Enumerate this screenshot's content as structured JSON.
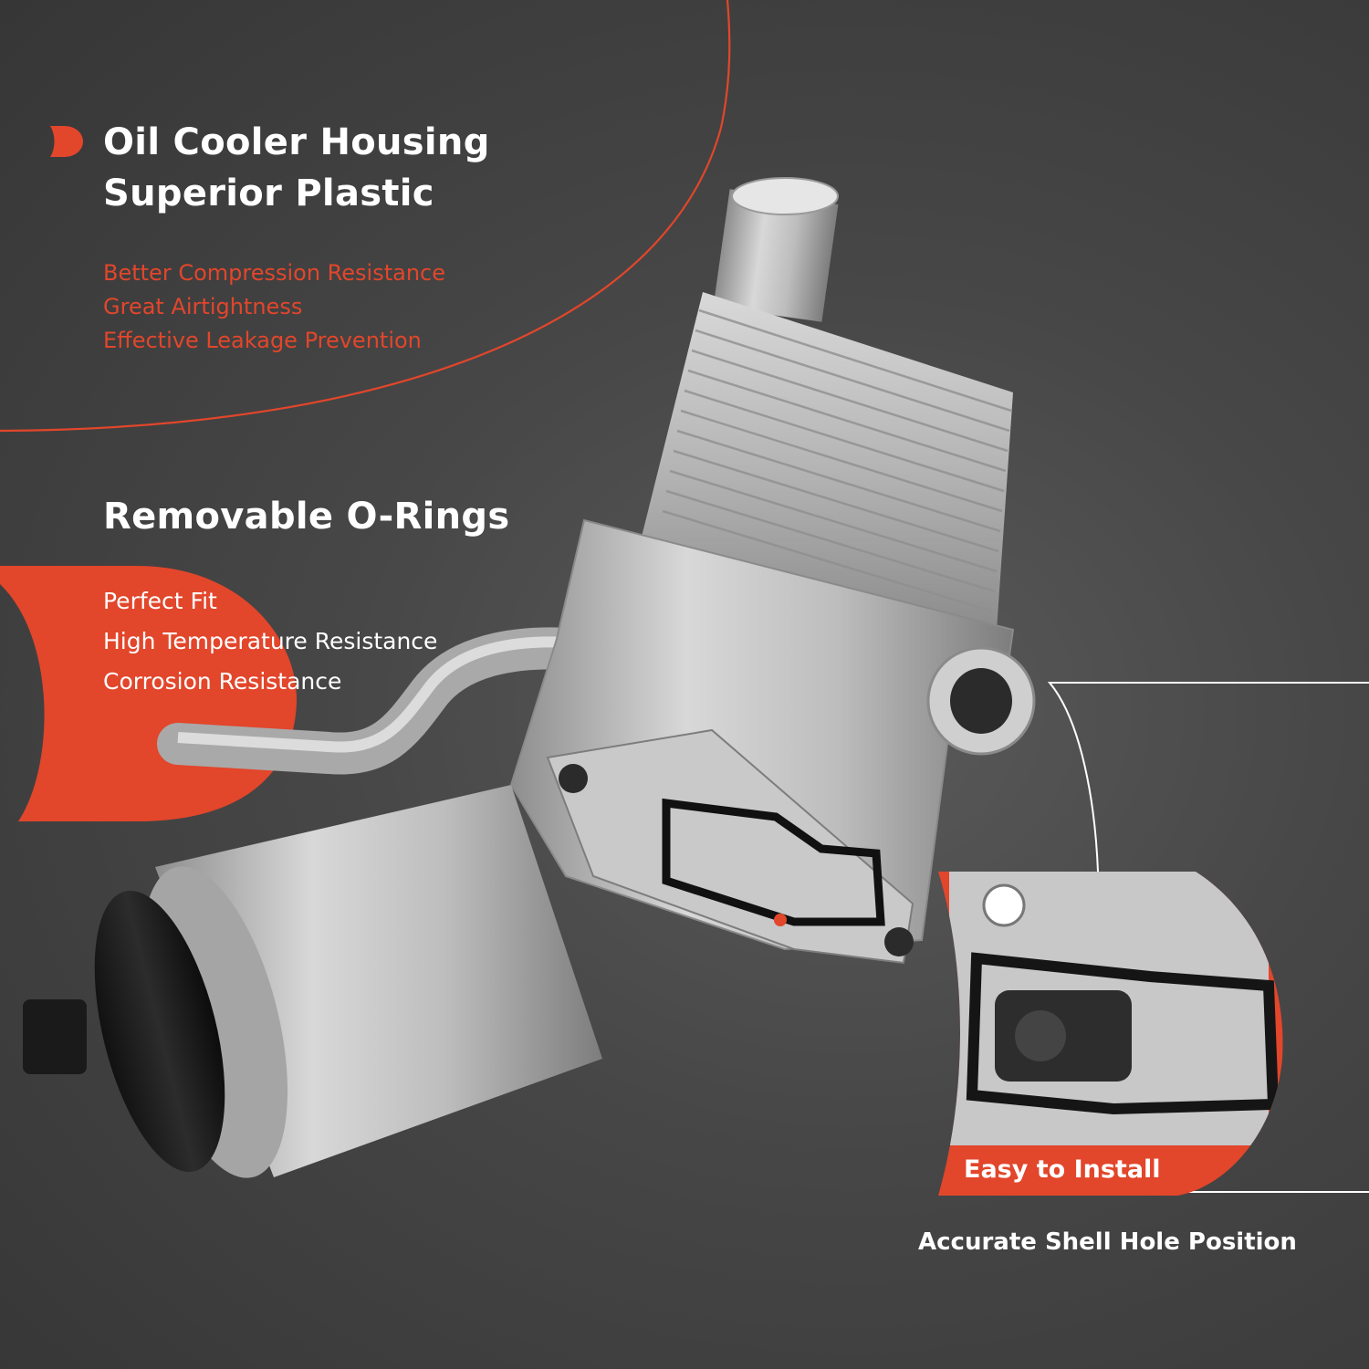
{
  "colors": {
    "accent": "#e2462b",
    "background": "#3f3f3f",
    "text": "#ffffff"
  },
  "section_housing": {
    "icon": "half-circle-bullet-icon",
    "title_line1": "Oil Cooler Housing",
    "title_line2": "Superior Plastic",
    "features": [
      "Better Compression Resistance",
      "Great Airtightness",
      "Effective Leakage Prevention"
    ]
  },
  "section_orings": {
    "title": "Removable O-Rings",
    "features": [
      "Perfect Fit",
      "High Temperature Resistance",
      "Corrosion Resistance"
    ]
  },
  "detail_inset": {
    "badge": "Easy to Install",
    "caption": "Accurate Shell Hole Position"
  },
  "product": {
    "name": "oil-filter-housing-with-cooler"
  }
}
